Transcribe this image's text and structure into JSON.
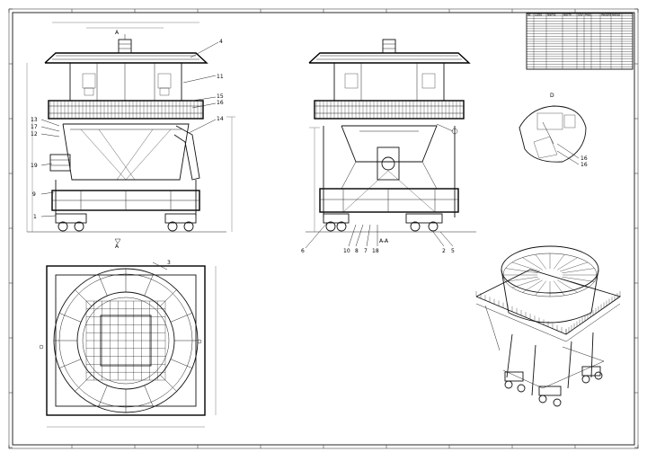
{
  "drawing": {
    "callouts_front": [
      "4",
      "11",
      "15",
      "16",
      "14",
      "13",
      "17",
      "12",
      "19",
      "9",
      "1"
    ],
    "callouts_side": [
      "6",
      "10",
      "8",
      "7",
      "18",
      "2",
      "5"
    ],
    "callouts_detail": [
      "16",
      "16"
    ],
    "callouts_plan": [
      "3"
    ],
    "section_marks": [
      "A",
      "A",
      "A-A",
      "D"
    ]
  },
  "bom": {
    "columns": [
      "Nr.",
      "Code",
      "Name",
      "Norm",
      "Qty",
      "Mat.",
      "Weight",
      "Notes"
    ],
    "row_count": 22
  },
  "colors": {
    "ink": "#111111",
    "paper": "#ffffff"
  }
}
